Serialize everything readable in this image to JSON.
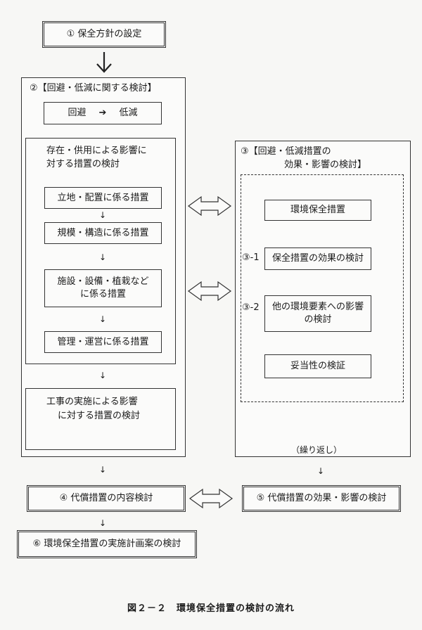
{
  "boxes": {
    "b1": "① 保全方針の設定",
    "b2_title": "②【回避・低減に関する検討】",
    "b2_avoid": "回避",
    "b2_arrow": "➔",
    "b2_reduce": "低減",
    "b2_presence_line1": "存在・供用による影響に",
    "b2_presence_line2": "対する措置の検討",
    "m_location": "立地・配置に係る措置",
    "m_scale": "規模・構造に係る措置",
    "m_facility_line1": "施設・設備・植栽など",
    "m_facility_line2": "に係る措置",
    "m_manage": "管理・運営に係る措置",
    "b2_construction_line1": "工事の実施による影響",
    "b2_construction_line2": "に対する措置の検討",
    "b3_title_line1": "③【回避・低減措置の",
    "b3_title_line2": "効果・影響の検討】",
    "b3_env": "環境保全措置",
    "b3_1_label": "③-1",
    "b3_1": "保全措置の効果の検討",
    "b3_2_label": "③-2",
    "b3_2_line1": "他の環境要素への影響",
    "b3_2_line2": "の検討",
    "b3_valid": "妥当性の検証",
    "b3_repeat": "（繰り返し）",
    "b4": "④ 代償措置の内容検討",
    "b5": "⑤ 代償措置の効果・影響の検討",
    "b6": "⑥ 環境保全措置の実施計画案の検討"
  },
  "caption": "図２－２　環境保全措置の検討の流れ"
}
